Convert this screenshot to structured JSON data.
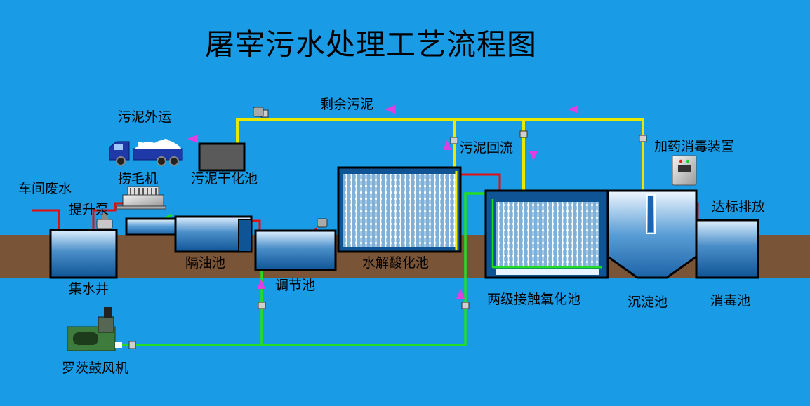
{
  "title": "屠宰污水处理工艺流程图",
  "labels": {
    "workshop_wastewater": "车间废水",
    "lift_pump": "提升泵",
    "collection_well": "集水井",
    "hair_catcher": "捞毛机",
    "sludge_transport": "污泥外运",
    "sludge_drying_bed": "污泥干化池",
    "oil_separation_tank": "隔油池",
    "equalization_tank": "调节池",
    "hydrolysis_acidification_tank": "水解酸化池",
    "excess_sludge": "剩余污泥",
    "sludge_return": "污泥回流",
    "two_stage_contact_oxidation_tank": "两级接触氧化池",
    "dosing_disinfection_device": "加药消毒装置",
    "sedimentation_tank": "沉淀池",
    "disinfection_tank": "消毒池",
    "compliant_discharge": "达标排放",
    "roots_blower": "罗茨鼓风机"
  },
  "colors": {
    "background": "#1a9be6",
    "ground": "#7a5436",
    "sludge_line": "#e8e800",
    "air_line": "#22dd22",
    "water_line": "#e01010",
    "flow_arrow": "#e040e0"
  }
}
